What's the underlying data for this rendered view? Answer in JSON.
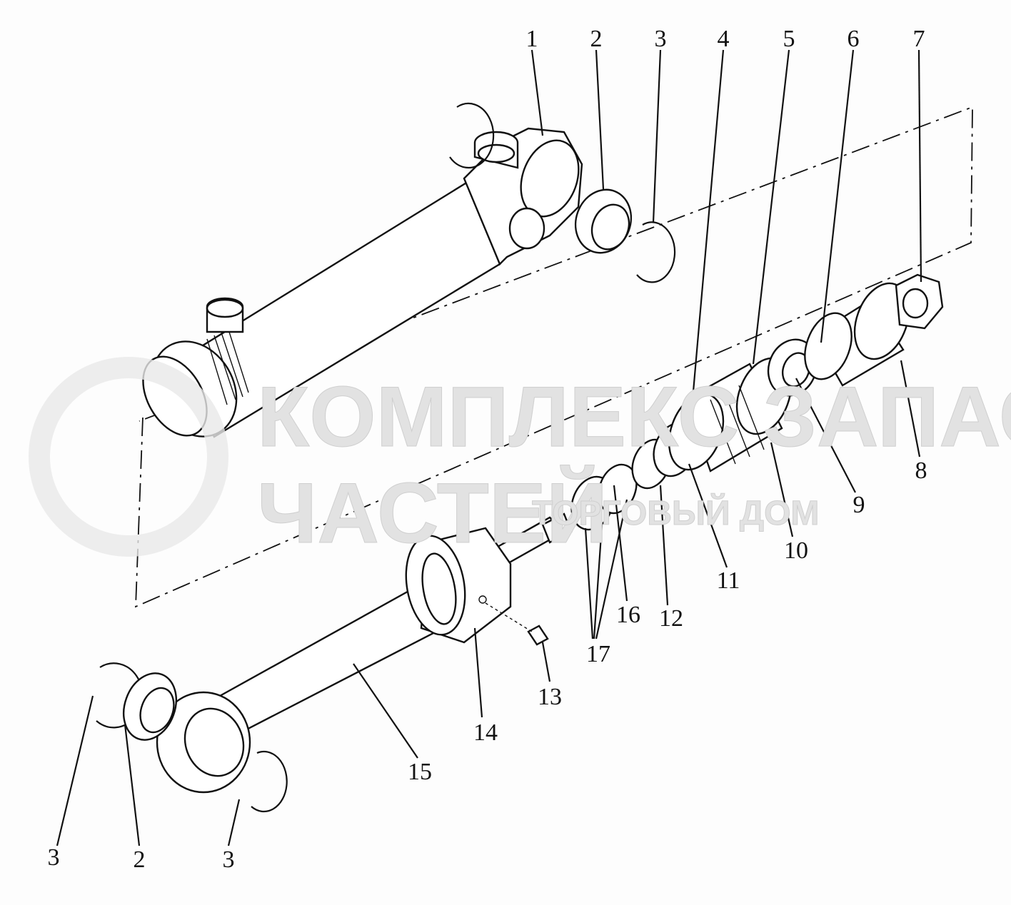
{
  "diagram": {
    "title": "Hydraulic cylinder exploded view",
    "callouts": [
      {
        "id": "c1",
        "text": "1"
      },
      {
        "id": "c2",
        "text": "2"
      },
      {
        "id": "c3",
        "text": "3"
      },
      {
        "id": "c4",
        "text": "4"
      },
      {
        "id": "c5",
        "text": "5"
      },
      {
        "id": "c6",
        "text": "6"
      },
      {
        "id": "c7",
        "text": "7"
      },
      {
        "id": "c8",
        "text": "8"
      },
      {
        "id": "c9",
        "text": "9"
      },
      {
        "id": "c10",
        "text": "10"
      },
      {
        "id": "c11",
        "text": "11"
      },
      {
        "id": "c12",
        "text": "12"
      },
      {
        "id": "c16",
        "text": "16"
      },
      {
        "id": "c17",
        "text": "17"
      },
      {
        "id": "c13",
        "text": "13"
      },
      {
        "id": "c14",
        "text": "14"
      },
      {
        "id": "c15",
        "text": "15"
      },
      {
        "id": "c3b",
        "text": "3"
      },
      {
        "id": "c2b",
        "text": "2"
      },
      {
        "id": "c3c",
        "text": "3"
      }
    ]
  },
  "watermark": {
    "line1": "КОМПЛЕКС ЗАПАСНЫХ",
    "line2": "ЧАСТЕЙ",
    "line3": "ТОРГОВЫЙ ДОМ"
  }
}
